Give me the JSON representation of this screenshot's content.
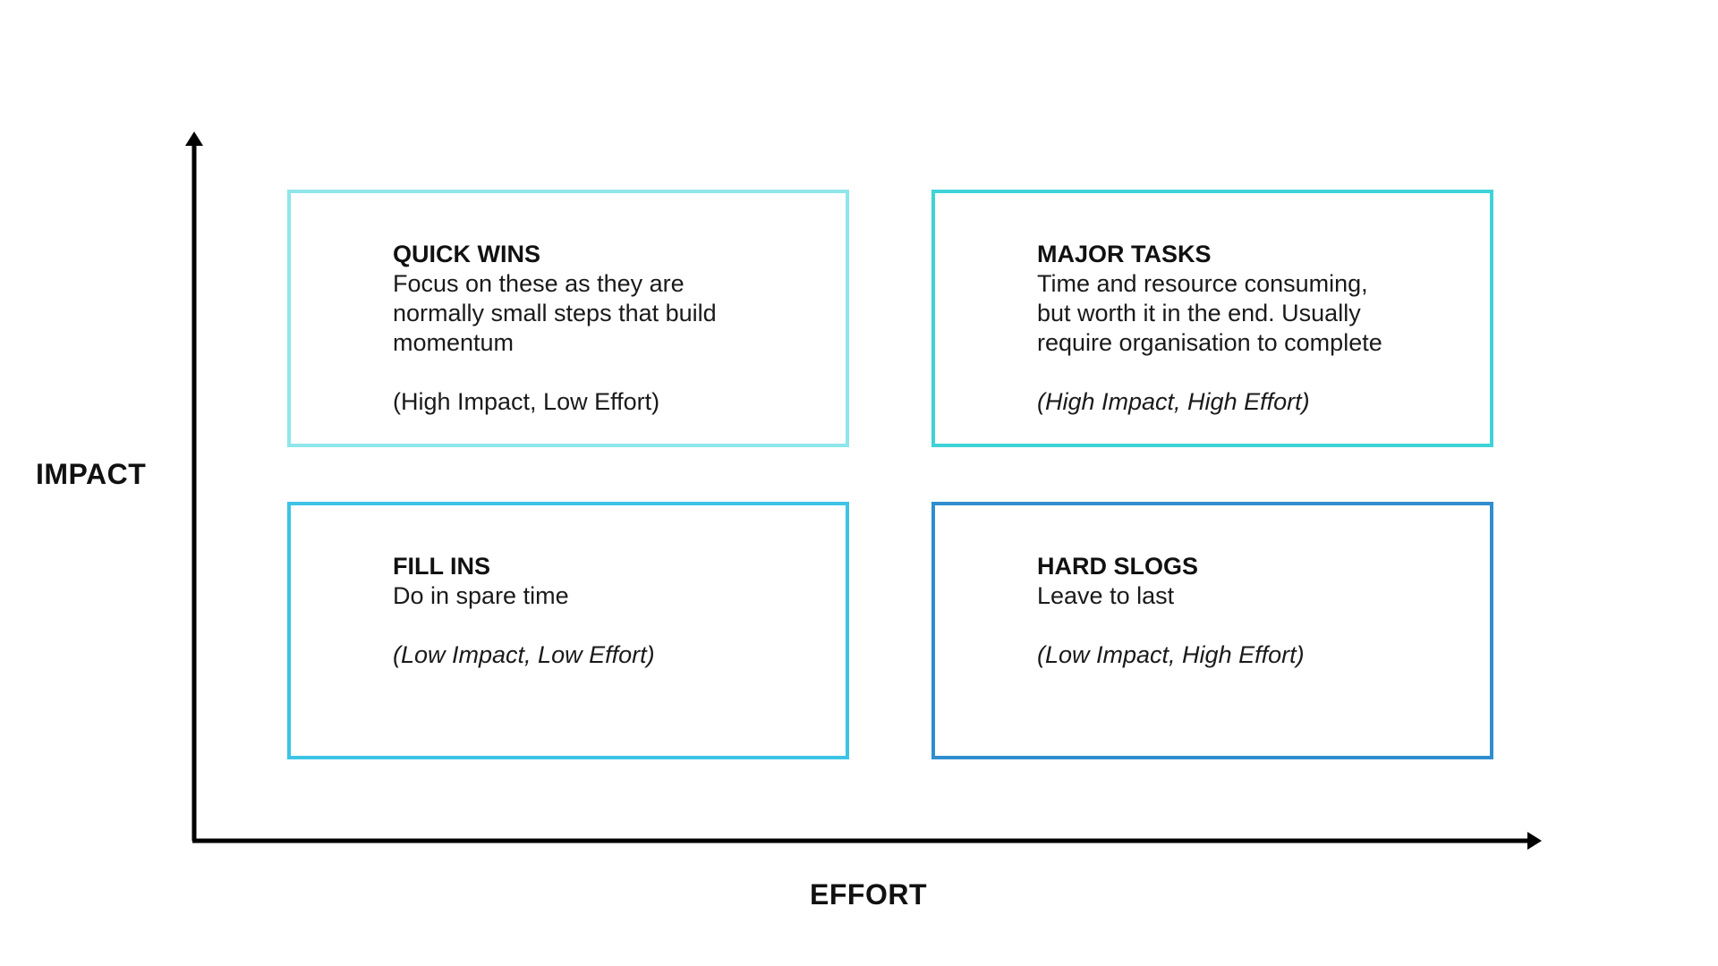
{
  "axes": {
    "y_label": "IMPACT",
    "x_label": "EFFORT",
    "color": "#000000"
  },
  "quadrants": [
    {
      "title": "QUICK WINS",
      "description": "Focus on these as they are\nnormally small steps that build\nmomentum",
      "note": "(High Impact, Low Effort)",
      "note_italic": false,
      "border_color": "#8ee6ea"
    },
    {
      "title": "MAJOR TASKS",
      "description": "Time and resource consuming,\nbut worth it in the end. Usually\nrequire organisation to complete",
      "note": "(High Impact, High Effort)",
      "note_italic": true,
      "border_color": "#3fd3d8"
    },
    {
      "title": "FILL INS",
      "description": "Do in spare time",
      "note": "(Low Impact, Low Effort)",
      "note_italic": true,
      "border_color": "#3cc4e6"
    },
    {
      "title": "HARD SLOGS",
      "description": "Leave to last",
      "note": "(Low Impact, High Effort)",
      "note_italic": true,
      "border_color": "#2f8ecf"
    }
  ]
}
